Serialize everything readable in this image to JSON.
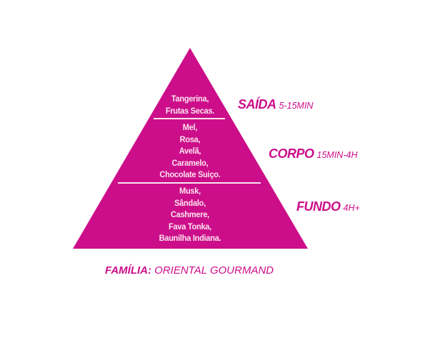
{
  "colors": {
    "pyramid": "#cc0e8a",
    "text_on_pyramid": "#fbe4ee",
    "divider": "#fbe4ee"
  },
  "layers": [
    {
      "name": "SAÍDA",
      "duration": "5-15MIN",
      "notes": [
        "Tangerina,",
        "Frutas Secas."
      ]
    },
    {
      "name": "CORPO",
      "duration": "15MIN-4H",
      "notes": [
        "Mel,",
        "Rosa,",
        "Avelã,",
        "Caramelo,",
        "Chocolate Suiço."
      ]
    },
    {
      "name": "FUNDO",
      "duration": "4H+",
      "notes": [
        "Musk,",
        "Sândalo,",
        "Cashmere,",
        "Fava Tonka,",
        "Baunilha Indiana."
      ]
    }
  ],
  "family": {
    "label": "FAMÍLIA:",
    "value": "ORIENTAL GOURMAND"
  }
}
